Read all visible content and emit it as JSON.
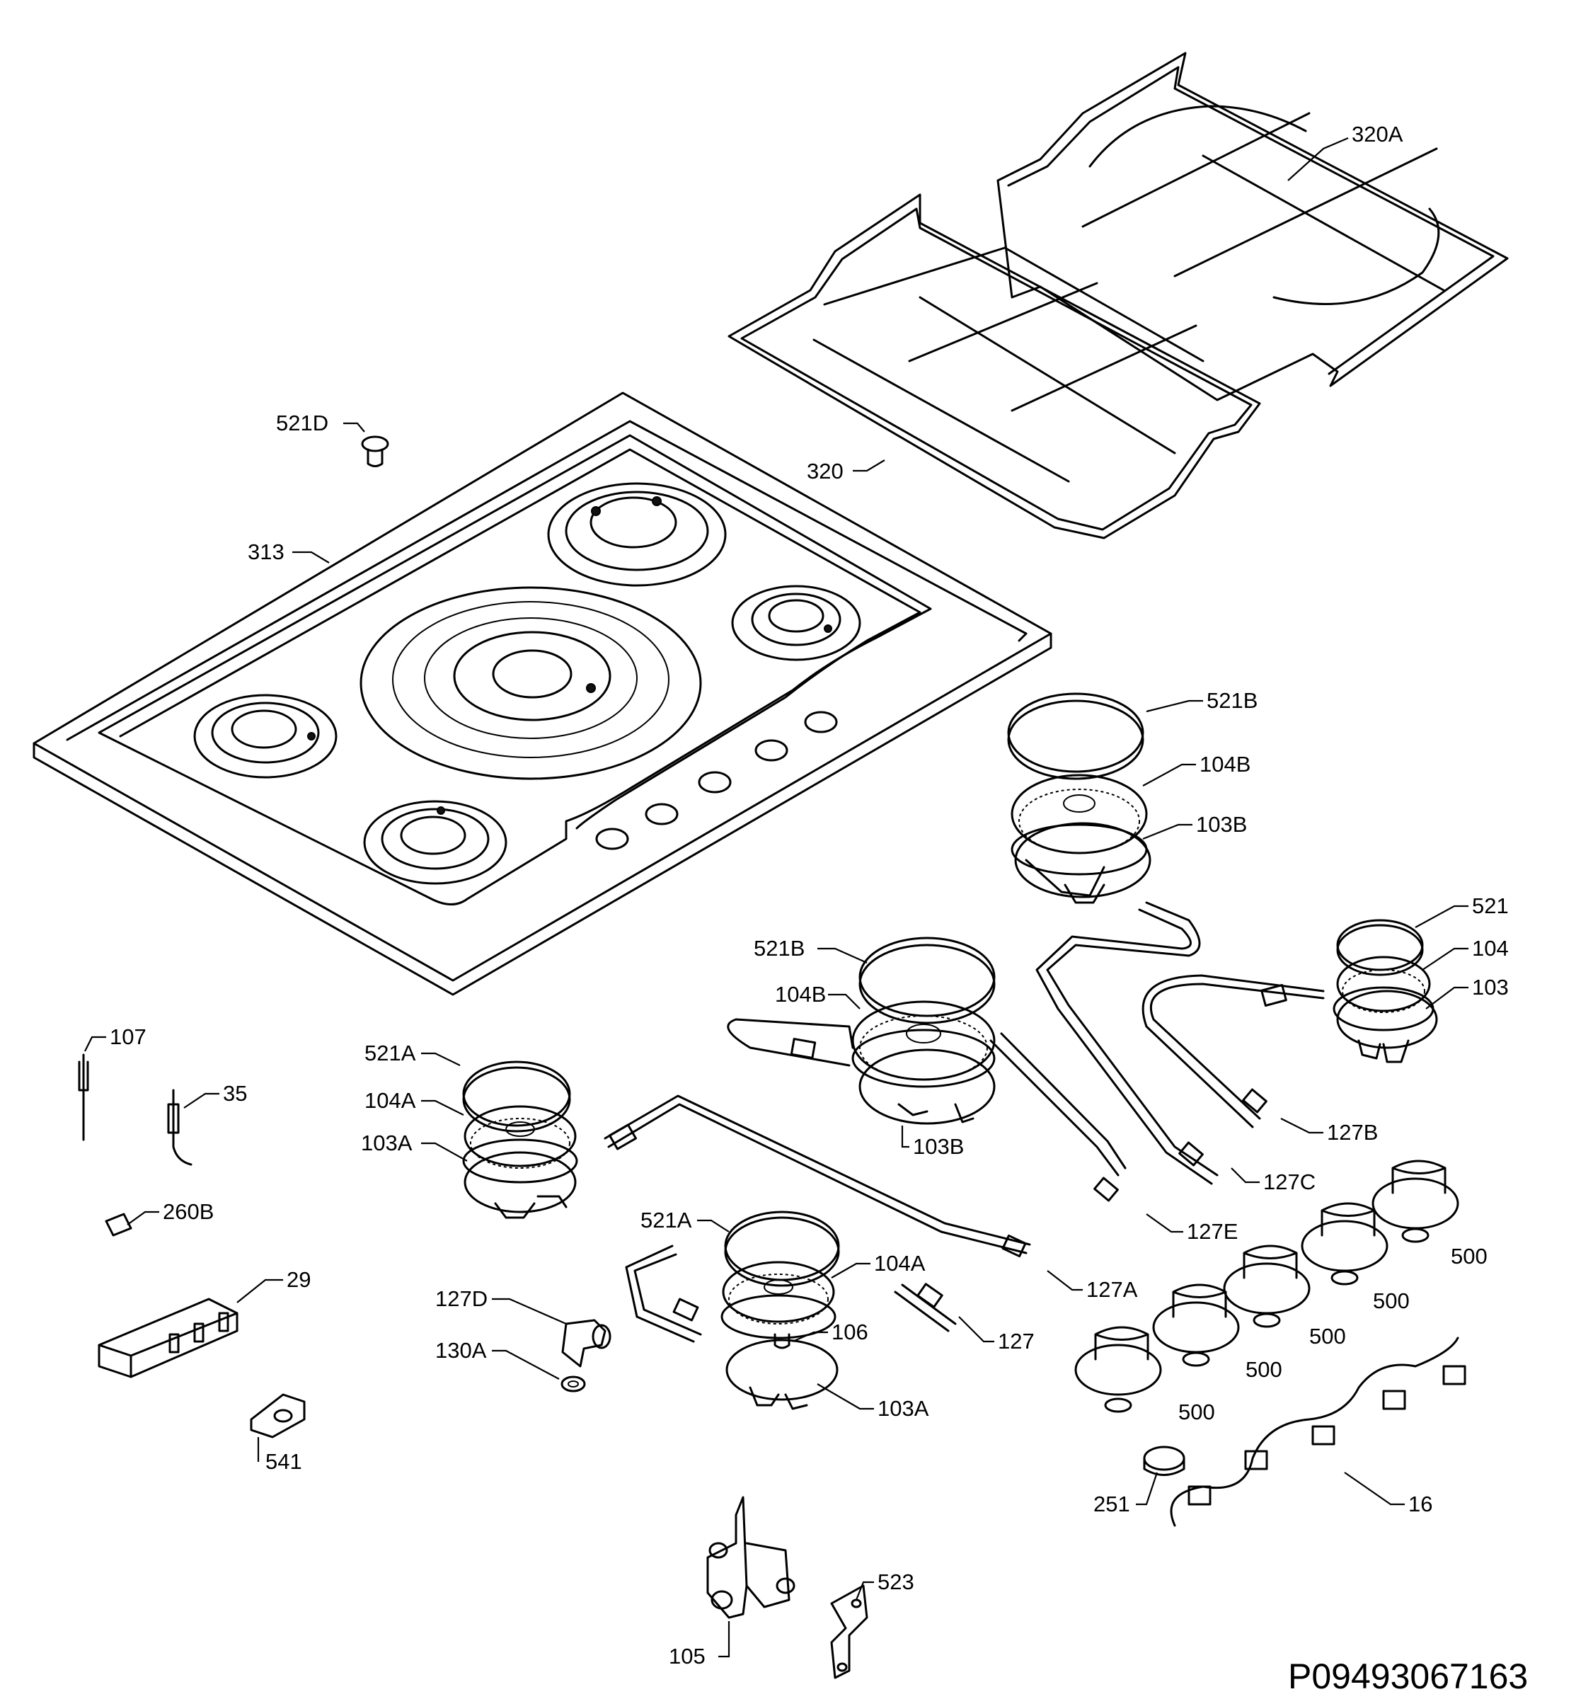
{
  "diagram": {
    "code": "P09493067163",
    "labels": {
      "l_320a": "320A",
      "l_320": "320",
      "l_521d": "521D",
      "l_313": "313",
      "l_521b_1": "521B",
      "l_104b_1": "104B",
      "l_103b_1": "103B",
      "l_521": "521",
      "l_104": "104",
      "l_103": "103",
      "l_521b_2": "521B",
      "l_104b_2": "104B",
      "l_103b_2": "103B",
      "l_127b": "127B",
      "l_127c": "127C",
      "l_127e": "127E",
      "l_127a": "127A",
      "l_127": "127",
      "l_107": "107",
      "l_35": "35",
      "l_521a_1": "521A",
      "l_104a_1": "104A",
      "l_103a_1": "103A",
      "l_260b": "260B",
      "l_29": "29",
      "l_127d": "127D",
      "l_130a": "130A",
      "l_541": "541",
      "l_521a_2": "521A",
      "l_104a_2": "104A",
      "l_106": "106",
      "l_103a_2": "103A",
      "l_500_1": "500",
      "l_500_2": "500",
      "l_500_3": "500",
      "l_500_4": "500",
      "l_500_5": "500",
      "l_251": "251",
      "l_16": "16",
      "l_523": "523",
      "l_105": "105"
    }
  }
}
